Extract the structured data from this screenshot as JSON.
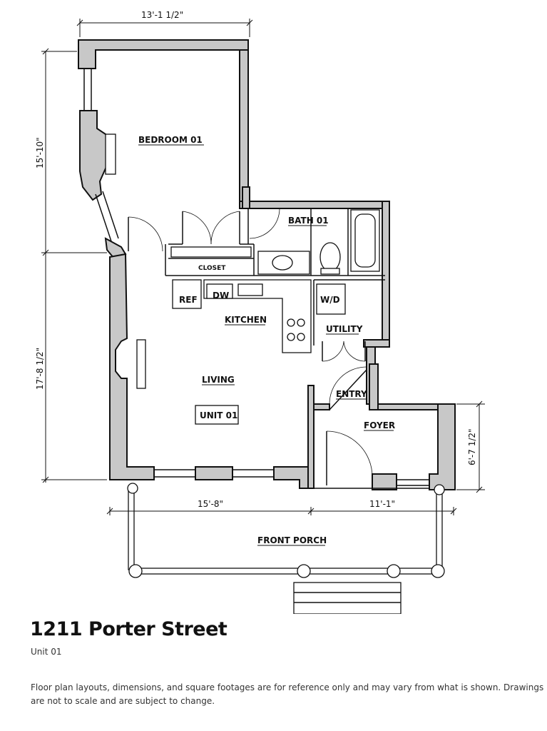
{
  "title": "1211 Porter Street",
  "subtitle": "Unit 01",
  "disclaimer": "Floor plan layouts, dimensions, and square footages are for reference only and may vary from what is shown. Drawings are not to scale and are subject to change.",
  "rooms": {
    "bedroom": "BEDROOM 01",
    "bath": "BATH 01",
    "closet": "CLOSET",
    "ref": "REF",
    "dw": "DW",
    "kitchen": "KITCHEN",
    "wd": "W/D",
    "utility": "UTILITY",
    "living": "LIVING",
    "unit": "UNIT 01",
    "entry": "ENTRY",
    "foyer": "FOYER",
    "porch": "FRONT PORCH"
  },
  "dimensions": {
    "top": "13'-1 1/2\"",
    "left_upper": "15'-10\"",
    "left_lower": "17'-8 1/2\"",
    "right": "6'-7 1/2\"",
    "bottom_left": "15'-8\"",
    "bottom_right": "11'-1\""
  }
}
